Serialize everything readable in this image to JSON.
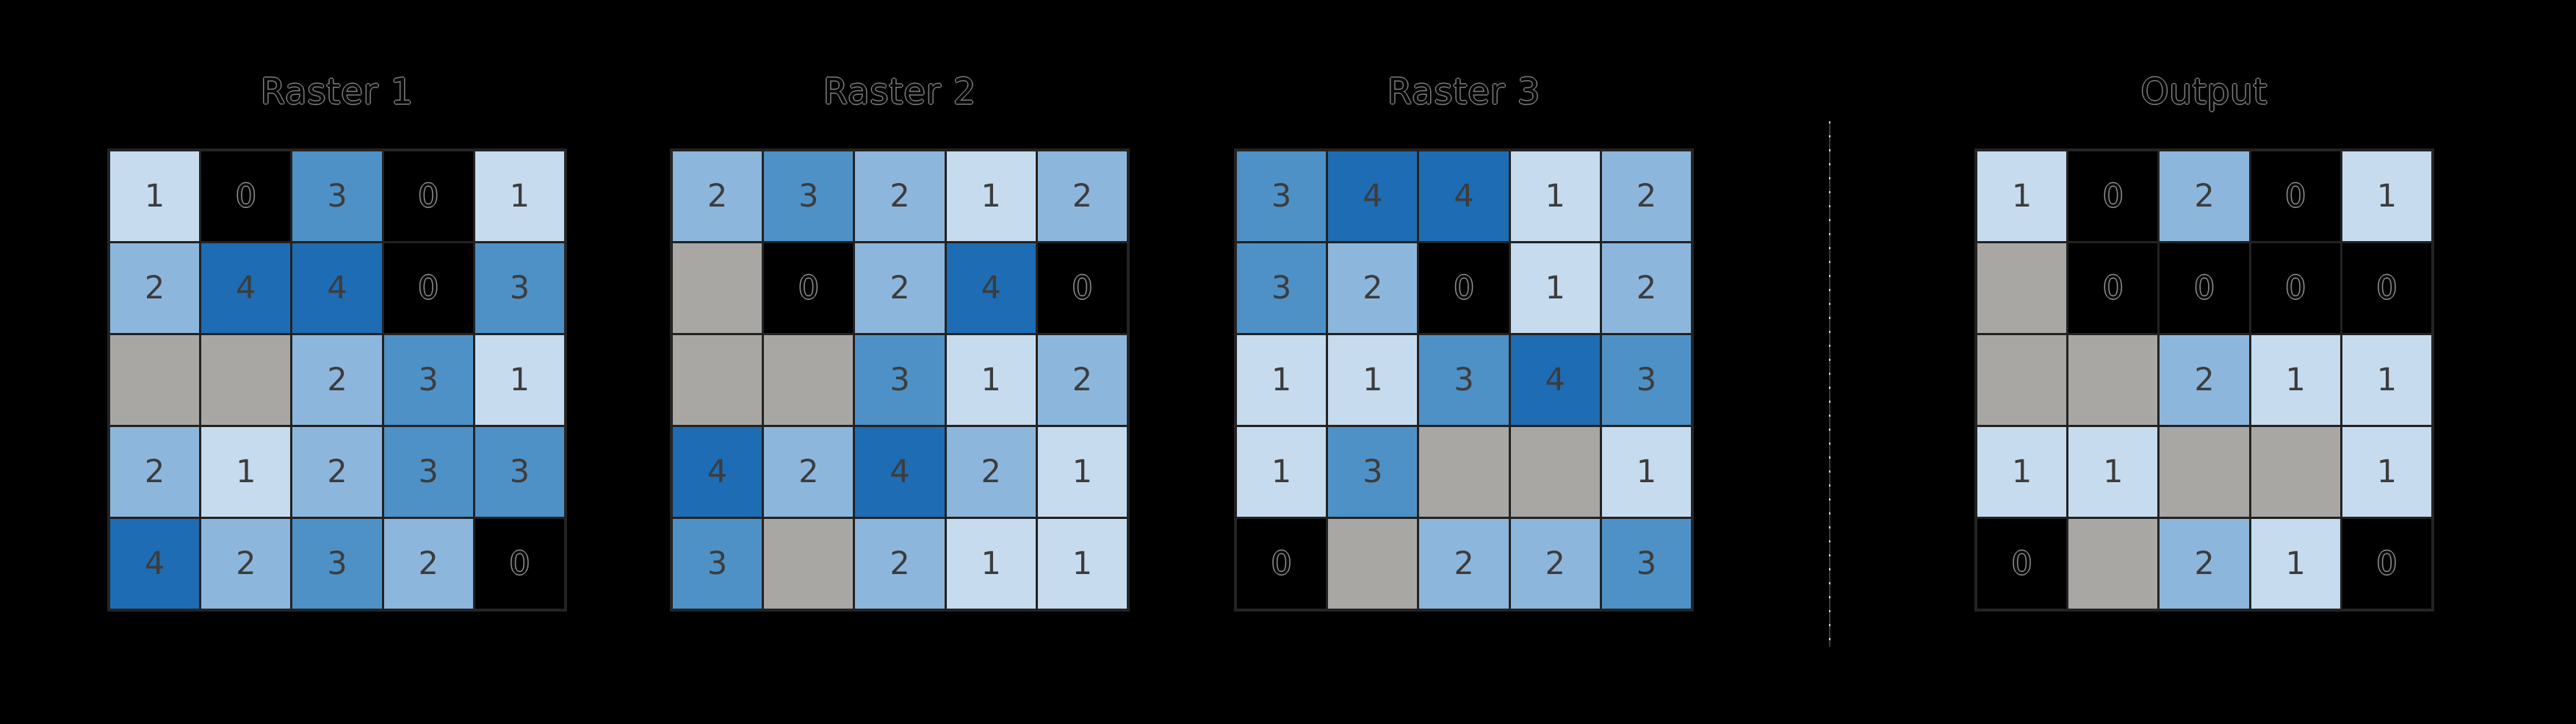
{
  "figure": {
    "background": "#000000",
    "grid_line_color": "#222222",
    "nodata_color": "#a8a7a4",
    "cell_text_color": "#3c3c3c",
    "value_colors": {
      "0": "#000000",
      "1": "#c6dbee",
      "2": "#8db6dc",
      "3": "#4e91c6",
      "4": "#1e6cb3"
    }
  },
  "separator": {
    "type": "vertical-dashed-line",
    "dash_color": "#cfcfcf"
  },
  "panels": [
    {
      "title": "Raster 1",
      "cells": [
        [
          1,
          0,
          3,
          0,
          1
        ],
        [
          2,
          4,
          4,
          0,
          3
        ],
        [
          null,
          null,
          2,
          3,
          1
        ],
        [
          2,
          1,
          2,
          3,
          3
        ],
        [
          4,
          2,
          3,
          2,
          0
        ]
      ]
    },
    {
      "title": "Raster 2",
      "cells": [
        [
          2,
          3,
          2,
          1,
          2
        ],
        [
          null,
          0,
          2,
          4,
          0
        ],
        [
          null,
          null,
          3,
          1,
          2
        ],
        [
          4,
          2,
          4,
          2,
          1
        ],
        [
          3,
          null,
          2,
          1,
          1
        ]
      ]
    },
    {
      "title": "Raster 3",
      "cells": [
        [
          3,
          4,
          4,
          1,
          2
        ],
        [
          3,
          2,
          0,
          1,
          2
        ],
        [
          1,
          1,
          3,
          4,
          3
        ],
        [
          1,
          3,
          null,
          null,
          1
        ],
        [
          0,
          null,
          2,
          2,
          3
        ]
      ]
    },
    {
      "title": "Output",
      "cells": [
        [
          1,
          0,
          2,
          0,
          1
        ],
        [
          null,
          0,
          0,
          0,
          0
        ],
        [
          null,
          null,
          2,
          1,
          1
        ],
        [
          1,
          1,
          null,
          null,
          1
        ],
        [
          0,
          null,
          2,
          1,
          0
        ]
      ]
    }
  ]
}
